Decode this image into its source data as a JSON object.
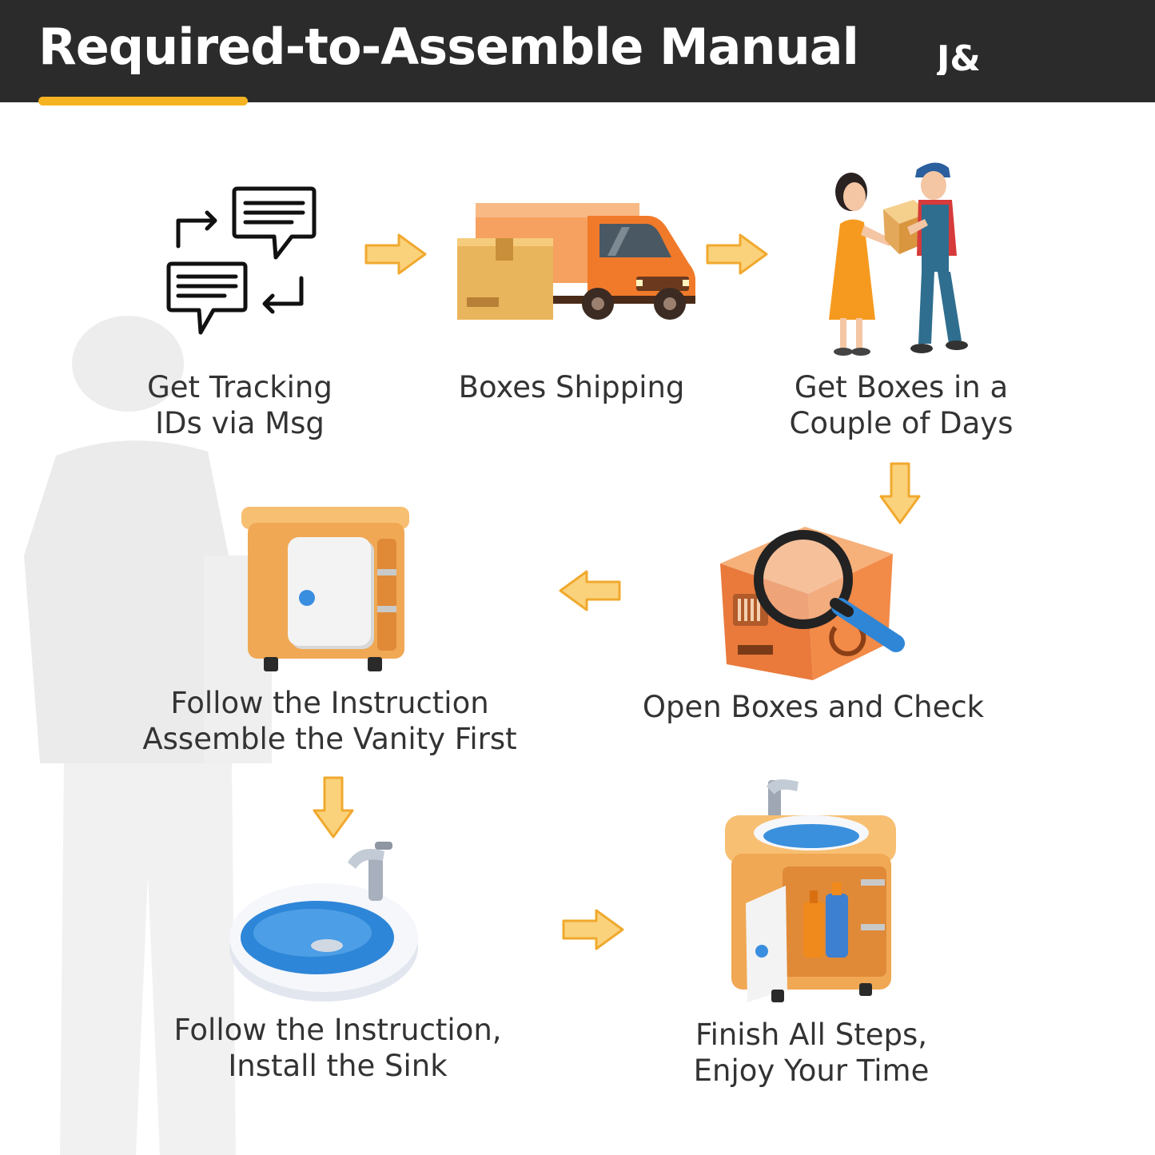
{
  "header": {
    "title": "Required-to-Assemble Manual",
    "logo_text": "J&"
  },
  "colors": {
    "header_bg": "#2b2b2b",
    "accent": "#f5b321",
    "arrow_fill": "#fbd27c",
    "arrow_stroke": "#f0a92e",
    "text": "#333333"
  },
  "steps": [
    {
      "line1": "Get Tracking",
      "line2": "IDs via Msg",
      "icon": "chat-bubbles-icon"
    },
    {
      "line1": "Boxes Shipping",
      "line2": "",
      "icon": "delivery-truck-icon"
    },
    {
      "line1": "Get Boxes in a",
      "line2": "Couple of Days",
      "icon": "package-handover-icon"
    },
    {
      "line1": "Open Boxes and Check",
      "line2": "",
      "icon": "box-magnifier-icon"
    },
    {
      "line1": "Follow the Instruction",
      "line2": "Assemble the Vanity First",
      "icon": "vanity-cabinet-icon"
    },
    {
      "line1": "Follow the Instruction,",
      "line2": "Install the Sink",
      "icon": "sink-basin-icon"
    },
    {
      "line1": "Finish All Steps,",
      "line2": "Enjoy Your Time",
      "icon": "finished-vanity-icon"
    }
  ]
}
